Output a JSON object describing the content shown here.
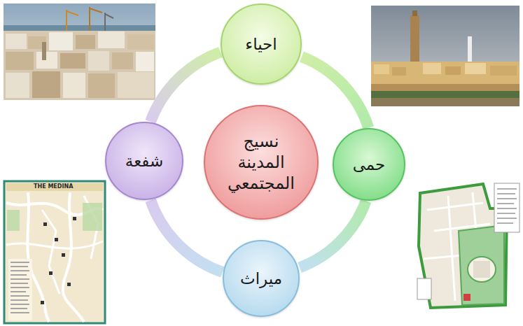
{
  "diagram": {
    "nodes": [
      {
        "text": [
          "احياء"
        ]
      },
      {
        "text": [
          "شفعة"
        ]
      },
      {
        "text": [
          "نسيج المدينة المجتمعي"
        ]
      },
      {
        "text": [
          "حمى"
        ]
      },
      {
        "text": [
          "ميراث"
        ]
      }
    ],
    "edges": [
      {
        "from": 0,
        "to": 3,
        "arrow": "none"
      },
      {
        "from": 3,
        "to": 4,
        "arrow": "none"
      },
      {
        "from": 4,
        "to": 1,
        "arrow": "none"
      },
      {
        "from": 1,
        "to": 0,
        "arrow": "none"
      }
    ],
    "labels": [
      "THE MEDINA"
    ]
  }
}
